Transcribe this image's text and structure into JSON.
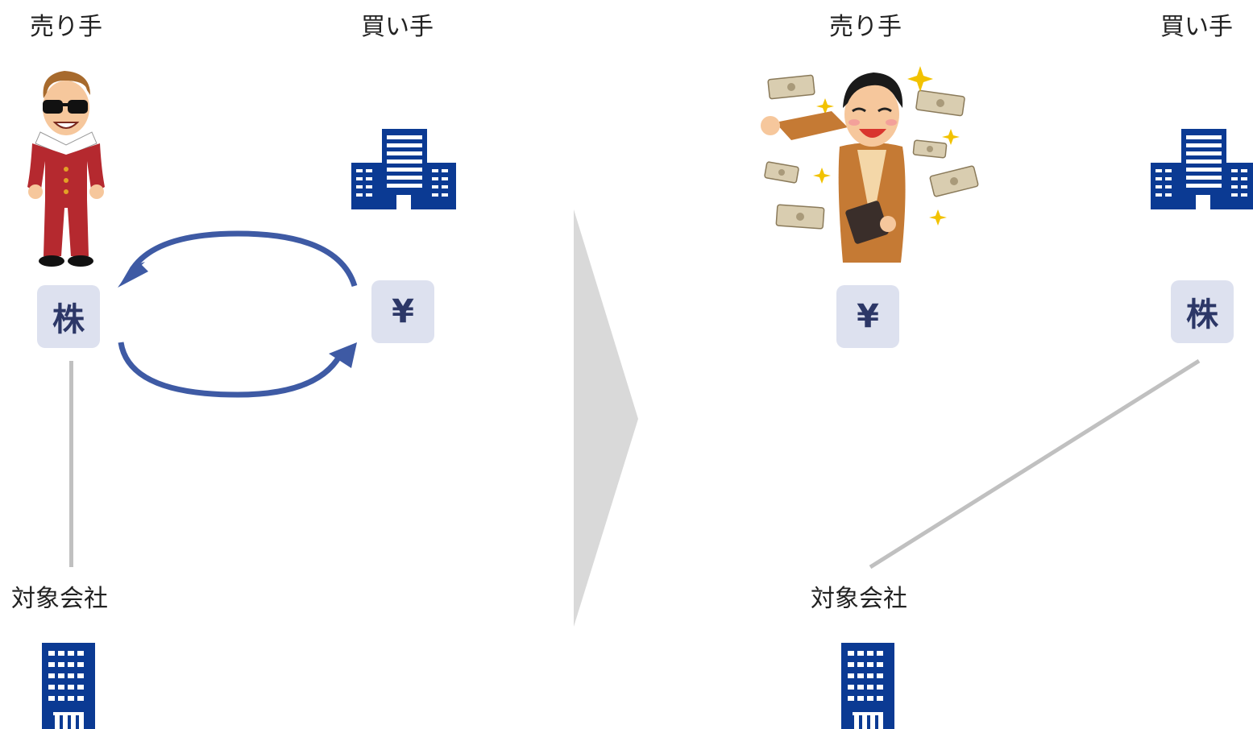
{
  "left": {
    "seller_label": "売り手",
    "buyer_label": "買い手",
    "target_label": "対象会社",
    "seller_chip": "株",
    "buyer_chip": "¥"
  },
  "right": {
    "seller_label": "売り手",
    "buyer_label": "買い手",
    "target_label": "対象会社",
    "seller_chip": "¥",
    "buyer_chip": "株"
  },
  "colors": {
    "building": "#0b3a93",
    "chip_bg": "#dde1ef",
    "chip_text": "#2c3767",
    "arrow": "#3e5aa4",
    "connector": "#c0c0c0",
    "chevron": "#d9d9d9"
  },
  "icons": {
    "seller_left": "man-in-red-suit-sunglasses",
    "seller_right": "happy-man-with-money",
    "building": "office-building-icon"
  }
}
